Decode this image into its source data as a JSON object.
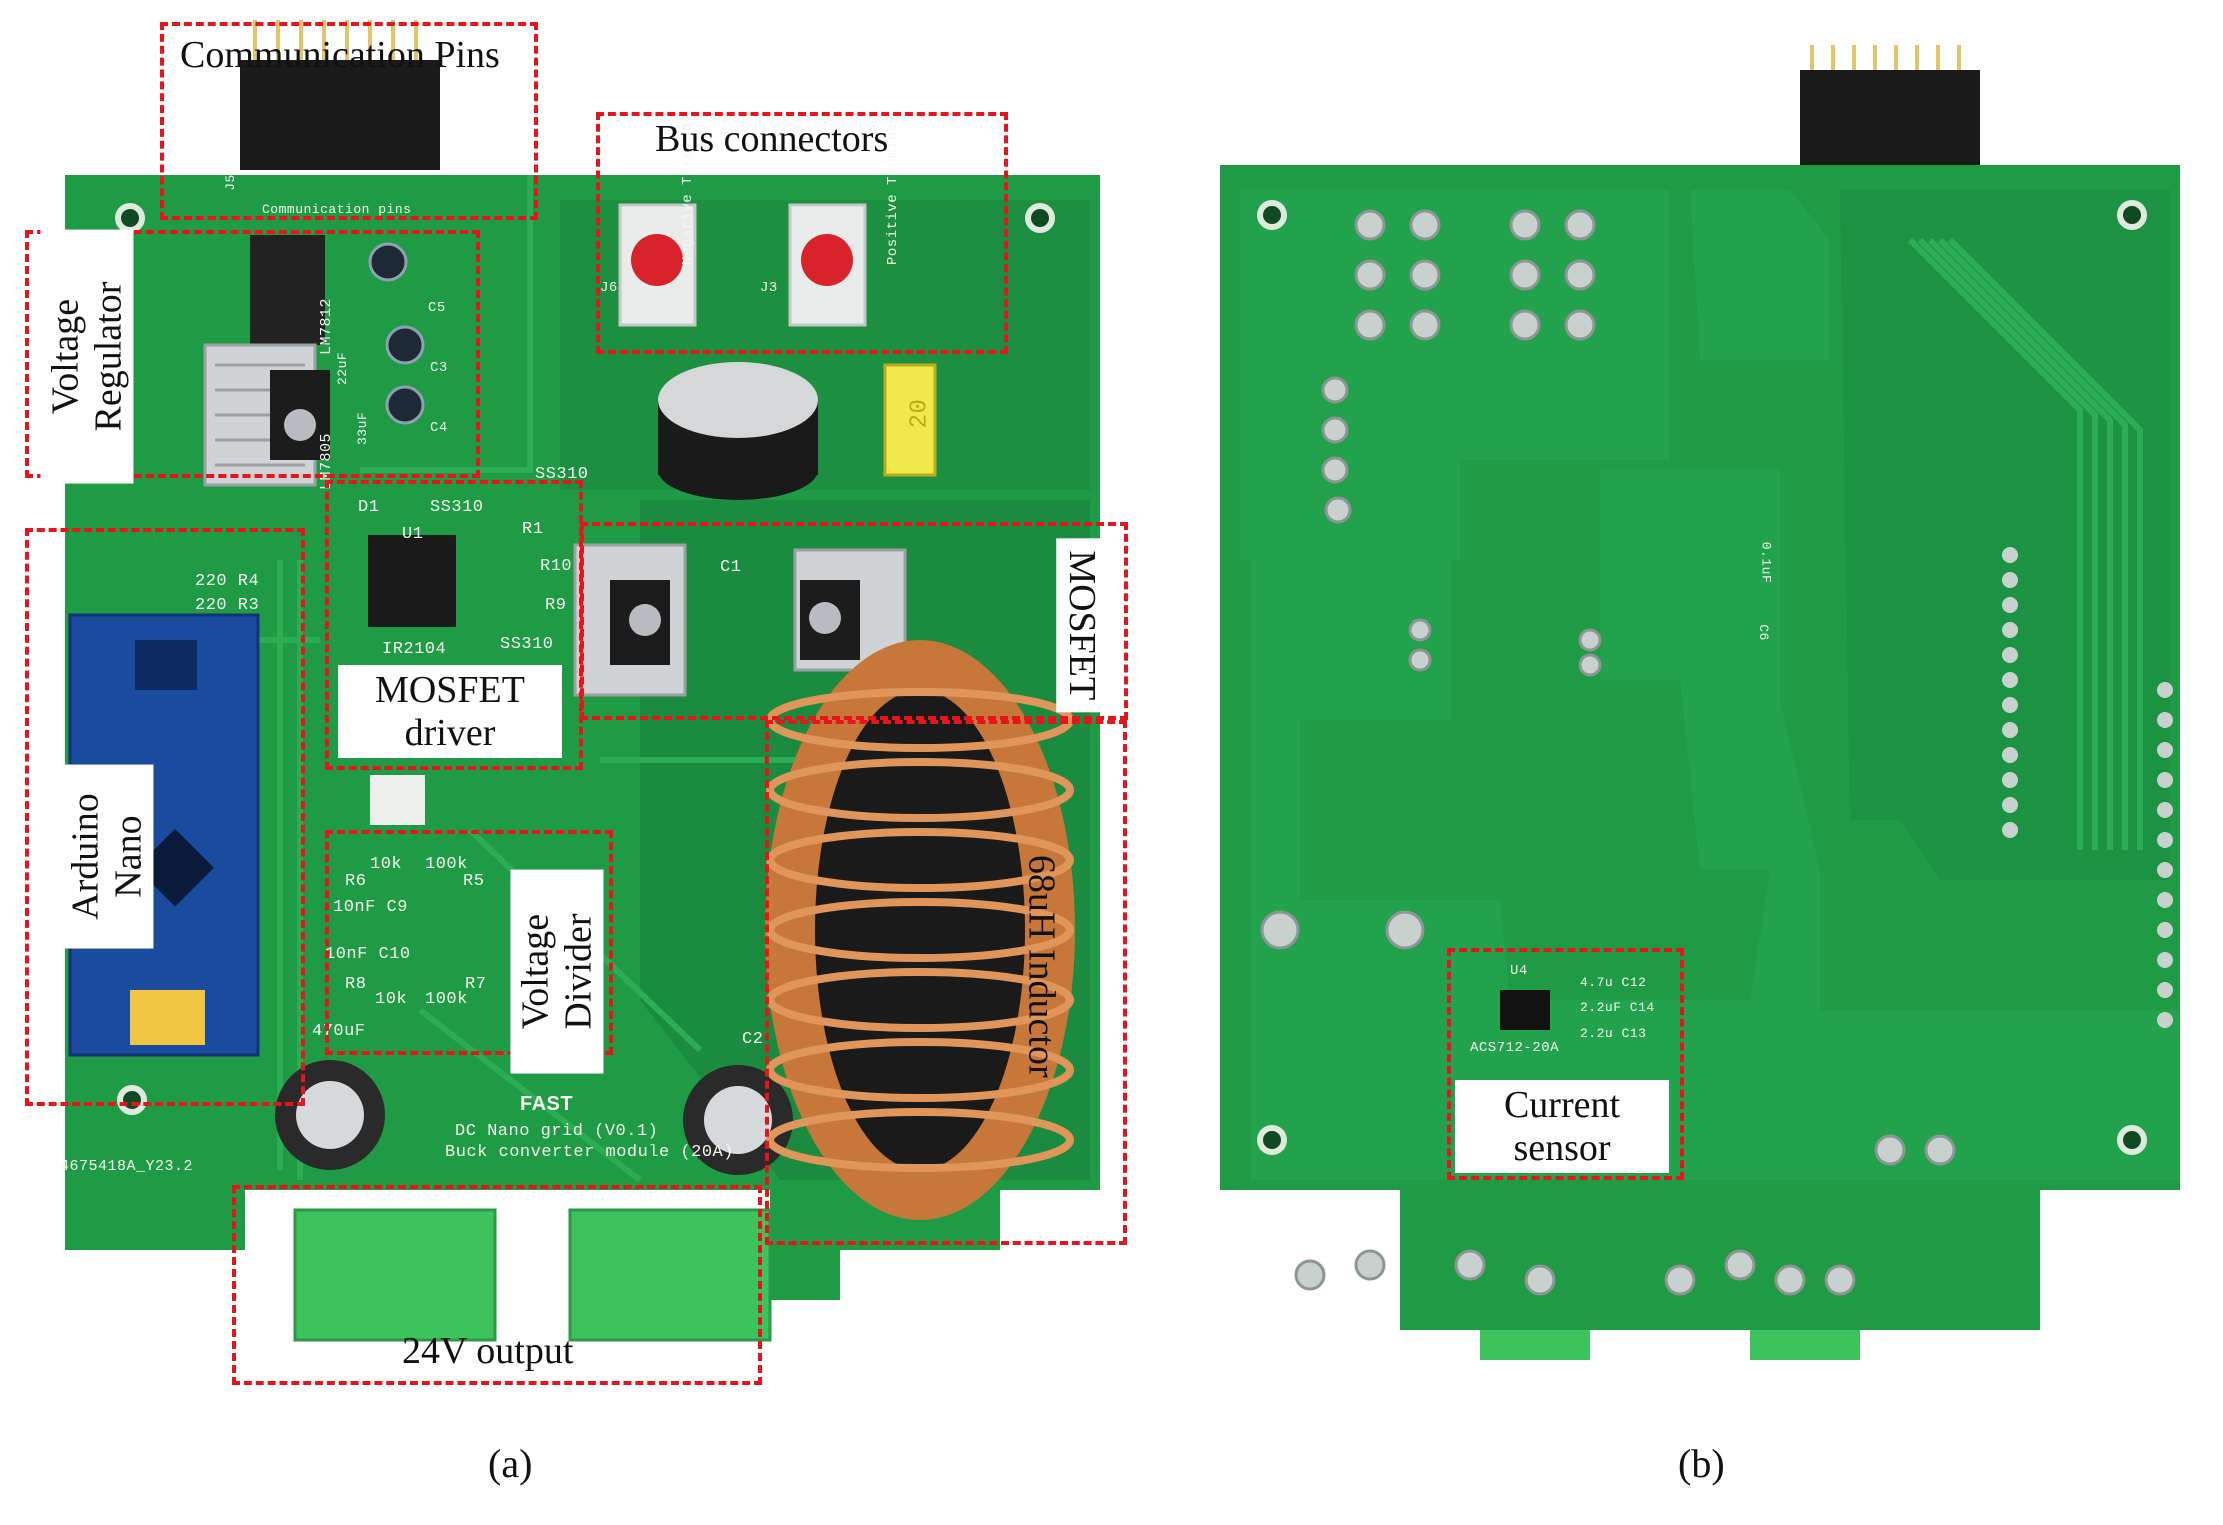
{
  "figure": {
    "panel_a": {
      "caption": "(a)",
      "callouts": {
        "communication_pins": "Communication Pins",
        "bus_connectors": "Bus connectors",
        "voltage_regulator": "Voltage Regulator",
        "mosfet_driver": "MOSFET driver",
        "mosfet": "MOSFET",
        "arduino_nano": "Arduino Nano",
        "voltage_divider": "Voltage Divider",
        "inductor": "68uH Inductor",
        "output": "24V output"
      },
      "silkscreen": {
        "comm_pins": "Communication pins",
        "neg_terminal": "Negative Terminal",
        "pos_terminal": "Positive Terminal",
        "lm7812": "LM7812",
        "lm7805": "LM7805",
        "u1": "U1",
        "ir2104": "IR2104",
        "ss310_1": "SS310",
        "ss310_2": "SS310",
        "ss310_3": "SS310",
        "d1": "D1",
        "r1": "R1",
        "r10": "R10",
        "r9": "R9",
        "c1": "C1",
        "c2": "C2",
        "r4": "220 R4",
        "r3": "220 R3",
        "r6": "R6",
        "r5": "R5",
        "r8": "R8",
        "r7": "R7",
        "c9": "10nF C9",
        "c10": "10nF C10",
        "v10k_1": "10k",
        "v100k_1": "100k",
        "v10k_2": "10k",
        "v100k_2": "100k",
        "cap_470": "470uF",
        "brand": "FAST",
        "board_name": "DC Nano grid (V0.1)",
        "board_sub": "Buck converter module (20A)",
        "serial": "4675418A_Y23.2",
        "fuse": "20",
        "c3": "C3",
        "c4": "C4",
        "c5": "C5",
        "cap_22": "22uF",
        "cap_33": "33uF",
        "j6": "J6",
        "j3": "J3",
        "j5": "J5"
      }
    },
    "panel_b": {
      "caption": "(b)",
      "callouts": {
        "current_sensor": "Current sensor"
      },
      "silkscreen": {
        "u4": "U4",
        "acs": "ACS712-20A",
        "c12": "4.7u C12",
        "c14": "2.2uF C14",
        "c13": "2.2u C13",
        "c6": "C6",
        "c6val": "0.1uF"
      }
    }
  },
  "colors": {
    "pcb_green": "#1f9a45",
    "pcb_dark": "#157a33",
    "trace": "#2cad55",
    "callout_red": "#e8141c",
    "copper": "#c8773a",
    "connector_green": "#3cc35d"
  }
}
